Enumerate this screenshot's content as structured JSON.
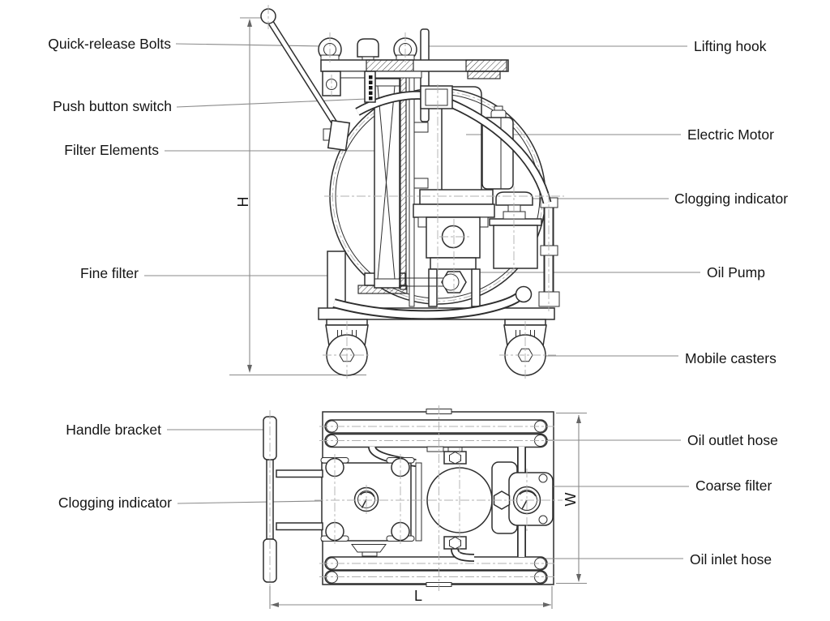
{
  "labels": {
    "quick_release_bolts": "Quick-release Bolts",
    "push_button_switch": "Push button switch",
    "filter_elements": "Filter Elements",
    "fine_filter": "Fine filter",
    "lifting_hook": "Lifting hook",
    "electric_motor": "Electric Motor",
    "clogging_indicator_side": "Clogging indicator",
    "oil_pump": "Oil Pump",
    "mobile_casters": "Mobile casters",
    "handle_bracket": "Handle bracket",
    "clogging_indicator_plan": "Clogging indicator",
    "oil_outlet_hose": "Oil outlet hose",
    "coarse_filter": "Coarse filter",
    "oil_inlet_hose": "Oil inlet hose"
  },
  "dimensions": {
    "height": "H",
    "width": "W",
    "length": "L"
  },
  "colors": {
    "background": "#ffffff",
    "line": "#2e2e2e",
    "leader": "#8a8a8a",
    "centerline": "#b0b0b0",
    "text": "#141414"
  }
}
